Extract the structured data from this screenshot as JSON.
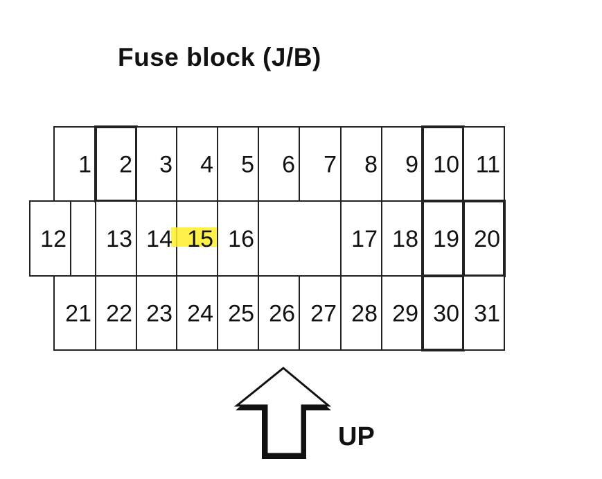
{
  "title": "Fuse block (J/B)",
  "highlight_color": "#ffef2a",
  "highlighted_fuse": "15",
  "rows": [
    [
      "1",
      "2",
      "3",
      "4",
      "5",
      "6",
      "7",
      "8",
      "9",
      "10",
      "11"
    ],
    [
      "12",
      "13",
      "14",
      "15",
      "16",
      "17",
      "18",
      "19",
      "20"
    ],
    [
      "21",
      "22",
      "23",
      "24",
      "25",
      "26",
      "27",
      "28",
      "29",
      "30",
      "31"
    ]
  ],
  "bold_fuses": [
    "2",
    "10",
    "19",
    "20",
    "30"
  ],
  "direction_label": "UP",
  "direction_icon": "up-arrow-icon"
}
